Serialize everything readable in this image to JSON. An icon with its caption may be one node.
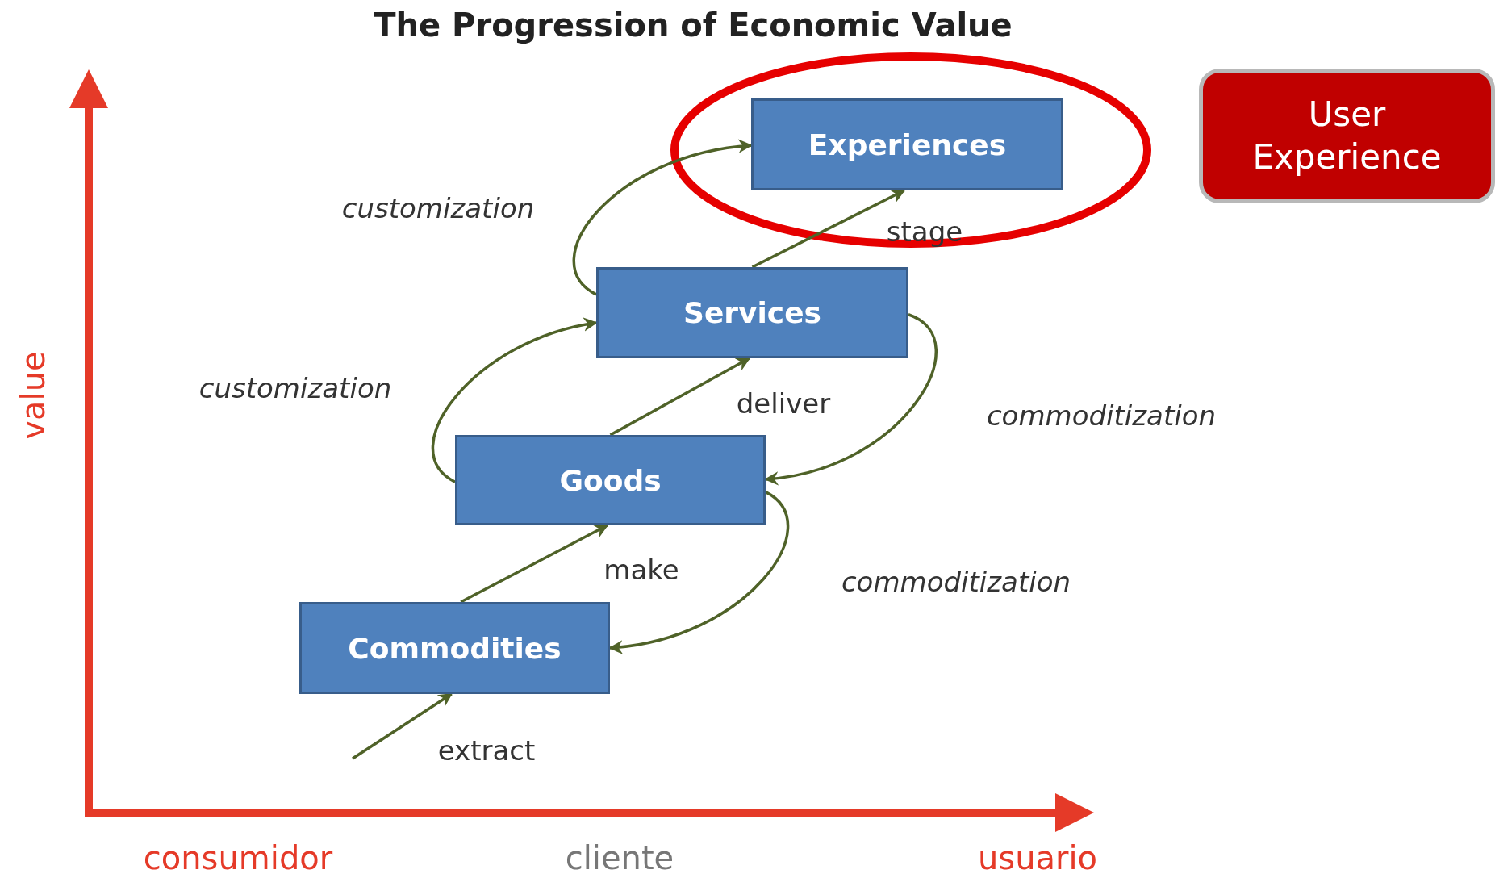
{
  "diagram": {
    "title": "The Progression of Economic Value",
    "nodes": [
      {
        "text": [
          "Experiences"
        ]
      },
      {
        "text": [
          "Services"
        ]
      },
      {
        "text": [
          "Goods"
        ]
      },
      {
        "text": [
          "Commodities"
        ]
      },
      {
        "text": [
          "User Experience"
        ]
      }
    ],
    "edges": [
      {
        "from": null,
        "to": 3,
        "arrow": "to",
        "label": "extract"
      },
      {
        "from": 3,
        "to": 2,
        "arrow": "to",
        "label": "make"
      },
      {
        "from": 2,
        "to": 1,
        "arrow": "to",
        "label": "deliver"
      },
      {
        "from": 1,
        "to": 0,
        "arrow": "to",
        "label": "stage"
      },
      {
        "from": 2,
        "to": 1,
        "arrow": "to",
        "label": "customization"
      },
      {
        "from": 1,
        "to": 0,
        "arrow": "to",
        "label": "customization"
      },
      {
        "from": 1,
        "to": 2,
        "arrow": "to",
        "label": "commoditization"
      },
      {
        "from": 2,
        "to": 3,
        "arrow": "to",
        "label": "commoditization"
      }
    ],
    "labels": [
      "value",
      "consumidor",
      "cliente",
      "usuario"
    ]
  }
}
